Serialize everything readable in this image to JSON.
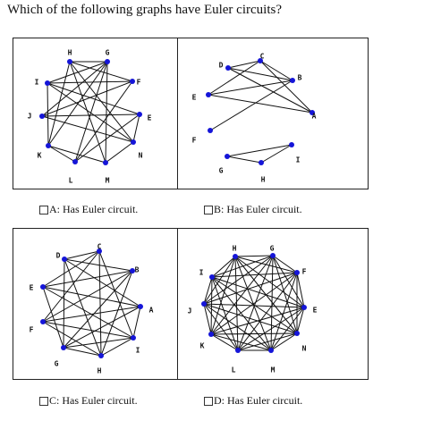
{
  "question": "Which of the following graphs have Euler circuits?",
  "colors": {
    "vertex": "#1515d8",
    "edge": "#111111",
    "border": "#222222"
  },
  "options": [
    {
      "label": "A: Has Euler circuit."
    },
    {
      "label": "B: Has Euler circuit."
    },
    {
      "label": "C: Has Euler circuit."
    },
    {
      "label": "D: Has Euler circuit."
    }
  ],
  "graphs": [
    {
      "vertices": [
        "H",
        "G",
        "F",
        "I",
        "E",
        "J",
        "K",
        "N",
        "L",
        "M"
      ],
      "edges": [
        [
          "H",
          "G"
        ],
        [
          "H",
          "F"
        ],
        [
          "H",
          "M"
        ],
        [
          "H",
          "N"
        ],
        [
          "H",
          "K"
        ],
        [
          "I",
          "G"
        ],
        [
          "I",
          "F"
        ],
        [
          "I",
          "E"
        ],
        [
          "I",
          "N"
        ],
        [
          "I",
          "K"
        ],
        [
          "G",
          "J"
        ],
        [
          "G",
          "L"
        ],
        [
          "G",
          "K"
        ],
        [
          "G",
          "M"
        ],
        [
          "F",
          "J"
        ],
        [
          "F",
          "L"
        ],
        [
          "J",
          "N"
        ],
        [
          "J",
          "E"
        ],
        [
          "K",
          "L"
        ],
        [
          "K",
          "M"
        ],
        [
          "L",
          "E"
        ],
        [
          "M",
          "N"
        ],
        [
          "E",
          "N"
        ]
      ]
    },
    {
      "vertices": [
        "D",
        "C",
        "B",
        "E",
        "A",
        "F",
        "I",
        "G",
        "H"
      ],
      "edges": [
        [
          "D",
          "C"
        ],
        [
          "D",
          "B"
        ],
        [
          "D",
          "A"
        ],
        [
          "C",
          "B"
        ],
        [
          "C",
          "E"
        ],
        [
          "C",
          "A"
        ],
        [
          "E",
          "B"
        ],
        [
          "E",
          "A"
        ],
        [
          "B",
          "F"
        ],
        [
          "G",
          "I"
        ],
        [
          "G",
          "H"
        ],
        [
          "H",
          "I"
        ]
      ]
    },
    {
      "vertices": [
        "C",
        "D",
        "B",
        "E",
        "A",
        "F",
        "I",
        "G",
        "H"
      ],
      "edges": [
        [
          "C",
          "D"
        ],
        [
          "C",
          "E"
        ],
        [
          "C",
          "F"
        ],
        [
          "C",
          "I"
        ],
        [
          "C",
          "H"
        ],
        [
          "D",
          "B"
        ],
        [
          "D",
          "A"
        ],
        [
          "D",
          "G"
        ],
        [
          "D",
          "H"
        ],
        [
          "B",
          "E"
        ],
        [
          "B",
          "F"
        ],
        [
          "B",
          "G"
        ],
        [
          "B",
          "H"
        ],
        [
          "E",
          "A"
        ],
        [
          "E",
          "I"
        ],
        [
          "E",
          "G"
        ],
        [
          "A",
          "F"
        ],
        [
          "A",
          "I"
        ],
        [
          "A",
          "G"
        ],
        [
          "F",
          "I"
        ],
        [
          "F",
          "H"
        ],
        [
          "I",
          "G"
        ],
        [
          "I",
          "H"
        ],
        [
          "G",
          "H"
        ]
      ]
    },
    {
      "vertices": [
        "H",
        "G",
        "I",
        "F",
        "J",
        "E",
        "K",
        "N",
        "L",
        "M"
      ],
      "edges": [
        [
          "H",
          "G"
        ],
        [
          "H",
          "I"
        ],
        [
          "H",
          "F"
        ],
        [
          "H",
          "J"
        ],
        [
          "H",
          "E"
        ],
        [
          "H",
          "K"
        ],
        [
          "H",
          "N"
        ],
        [
          "H",
          "L"
        ],
        [
          "H",
          "M"
        ],
        [
          "G",
          "I"
        ],
        [
          "G",
          "F"
        ],
        [
          "G",
          "J"
        ],
        [
          "G",
          "E"
        ],
        [
          "G",
          "K"
        ],
        [
          "G",
          "N"
        ],
        [
          "G",
          "L"
        ],
        [
          "G",
          "M"
        ],
        [
          "I",
          "F"
        ],
        [
          "I",
          "J"
        ],
        [
          "I",
          "E"
        ],
        [
          "I",
          "K"
        ],
        [
          "I",
          "N"
        ],
        [
          "I",
          "L"
        ],
        [
          "I",
          "M"
        ],
        [
          "F",
          "J"
        ],
        [
          "F",
          "E"
        ],
        [
          "F",
          "K"
        ],
        [
          "F",
          "N"
        ],
        [
          "F",
          "L"
        ],
        [
          "F",
          "M"
        ],
        [
          "J",
          "E"
        ],
        [
          "J",
          "K"
        ],
        [
          "J",
          "N"
        ],
        [
          "J",
          "L"
        ],
        [
          "J",
          "M"
        ],
        [
          "E",
          "K"
        ],
        [
          "E",
          "N"
        ],
        [
          "E",
          "L"
        ],
        [
          "E",
          "M"
        ],
        [
          "K",
          "N"
        ],
        [
          "K",
          "L"
        ],
        [
          "K",
          "M"
        ],
        [
          "N",
          "L"
        ],
        [
          "N",
          "M"
        ],
        [
          "L",
          "M"
        ]
      ]
    }
  ]
}
